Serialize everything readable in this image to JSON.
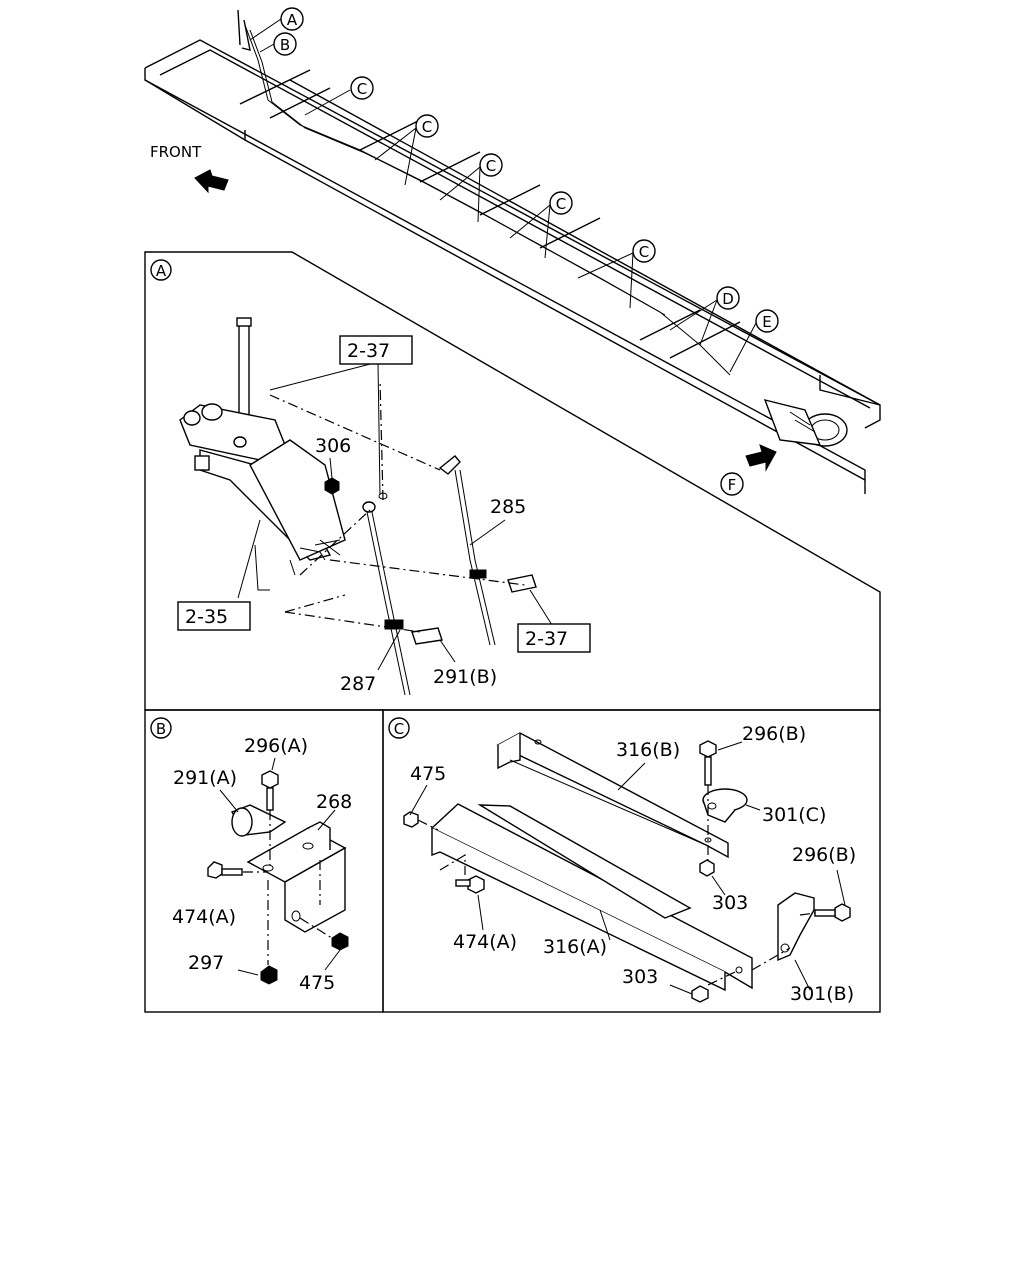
{
  "overview": {
    "front_label": "FRONT",
    "callouts": {
      "a": "A",
      "b": "B",
      "c": "C",
      "d": "D",
      "e": "E",
      "f": "F"
    }
  },
  "panel_a": {
    "tag": "A",
    "labels": {
      "ref_237_top": "2-37",
      "ref_237_bottom": "2-37",
      "ref_235": "2-35",
      "p306": "306",
      "p285": "285",
      "p287": "287",
      "p291b": "291(B)"
    }
  },
  "panel_b": {
    "tag": "B",
    "labels": {
      "p296a": "296(A)",
      "p291a": "291(A)",
      "p268": "268",
      "p474a": "474(A)",
      "p297": "297",
      "p475": "475"
    }
  },
  "panel_c": {
    "tag": "C",
    "labels": {
      "p316b": "316(B)",
      "p296b_top": "296(B)",
      "p475": "475",
      "p301c": "301(C)",
      "p296b_right": "296(B)",
      "p303_top": "303",
      "p474a": "474(A)",
      "p316a": "316(A)",
      "p303_bottom": "303",
      "p301b": "301(B)"
    }
  }
}
